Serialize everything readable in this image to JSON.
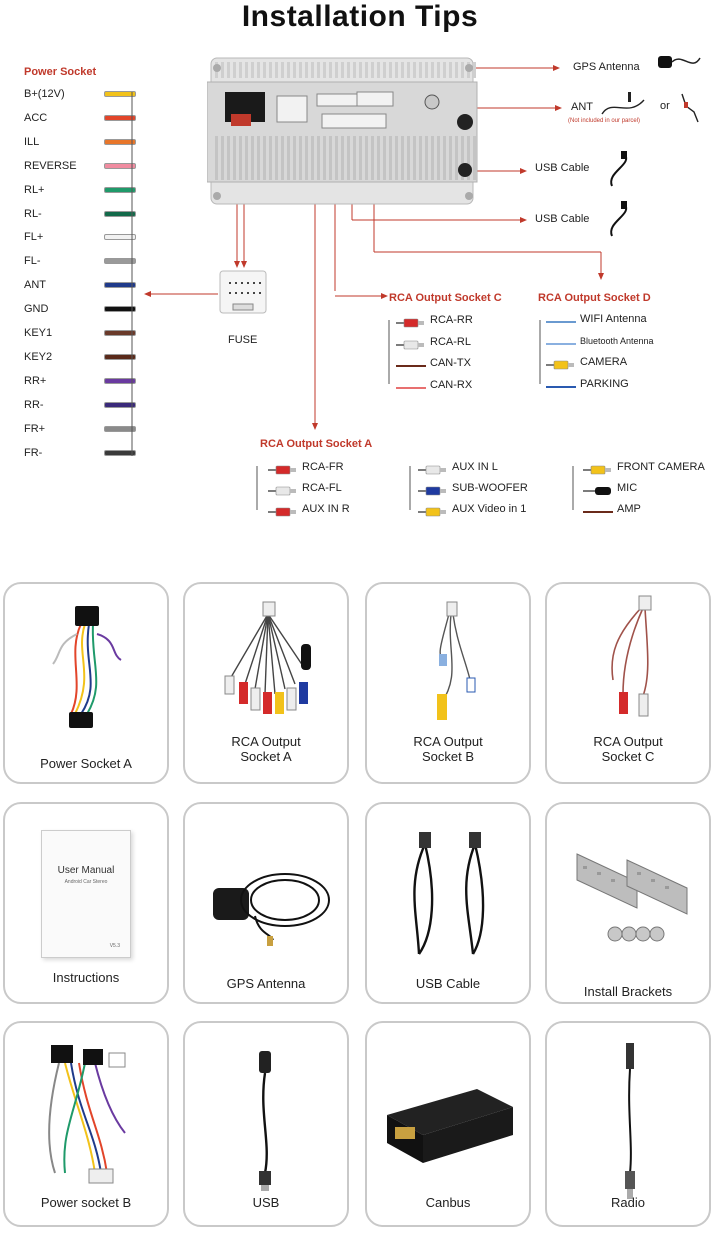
{
  "title": "Installation Tips",
  "power_socket": {
    "title": "Power Socket",
    "wires": [
      {
        "label": "B+(12V)",
        "color": "#f2c21a"
      },
      {
        "label": "ACC",
        "color": "#e2452a"
      },
      {
        "label": "ILL",
        "color": "#e8762a"
      },
      {
        "label": "REVERSE",
        "color": "#f08ca0"
      },
      {
        "label": "RL+",
        "color": "#1f9a6a"
      },
      {
        "label": "RL-",
        "color": "#136a4a"
      },
      {
        "label": "FL+",
        "color": "#f2f2f2"
      },
      {
        "label": "FL-",
        "color": "#9a9a9a"
      },
      {
        "label": "ANT",
        "color": "#1f3a8a"
      },
      {
        "label": "GND",
        "color": "#111111"
      },
      {
        "label": "KEY1",
        "color": "#6a3a2a"
      },
      {
        "label": "KEY2",
        "color": "#5a2a1a"
      },
      {
        "label": "RR+",
        "color": "#6a3aa0"
      },
      {
        "label": "RR-",
        "color": "#3a2a7a"
      },
      {
        "label": "FR+",
        "color": "#8a8a8a"
      },
      {
        "label": "FR-",
        "color": "#3a3a3a"
      }
    ]
  },
  "fuse": "FUSE",
  "right_connections": {
    "gps": "GPS Antenna",
    "ant": "ANT",
    "ant_note": "(Not included in our parcel)",
    "or": "or",
    "usb1": "USB  Cable",
    "usb2": "USB Cable"
  },
  "socket_c": {
    "title": "RCA Output Socket C",
    "items": [
      {
        "label": "RCA-RR",
        "color": "#d42a2a",
        "type": "rca"
      },
      {
        "label": "RCA-RL",
        "color": "#e8e8e8",
        "type": "rca"
      },
      {
        "label": "CAN-TX",
        "color": "#6a2a1a",
        "type": "wire"
      },
      {
        "label": "CAN-RX",
        "color": "#e87070",
        "type": "wire"
      }
    ]
  },
  "socket_d": {
    "title": "RCA Output Socket D",
    "items": [
      {
        "label": "WIFI Antenna",
        "color": "#6a9ad0",
        "type": "wire",
        "small": false
      },
      {
        "label": "Bluetooth Antenna",
        "color": "#8ab0e0",
        "type": "wire",
        "small": true
      },
      {
        "label": "CAMERA",
        "color": "#f2c21a",
        "type": "rca",
        "small": false
      },
      {
        "label": "PARKING",
        "color": "#2a5ab0",
        "type": "wire",
        "small": false
      }
    ]
  },
  "socket_a": {
    "title": "RCA Output Socket A",
    "col1": [
      {
        "label": "RCA-FR",
        "color": "#d42a2a"
      },
      {
        "label": "RCA-FL",
        "color": "#e8e8e8"
      },
      {
        "label": "AUX IN R",
        "color": "#d42a2a"
      }
    ],
    "col2": [
      {
        "label": "AUX IN L",
        "color": "#e8e8e8"
      },
      {
        "label": "SUB-WOOFER",
        "color": "#1f3aa0"
      },
      {
        "label": "AUX Video in 1",
        "color": "#f2c21a"
      }
    ],
    "col3": [
      {
        "label": "FRONT CAMERA",
        "color": "#f2c21a",
        "type": "rca"
      },
      {
        "label": "MIC",
        "color": "#111111",
        "type": "mic"
      },
      {
        "label": "AMP",
        "color": "#6a2a1a",
        "type": "wire"
      }
    ]
  },
  "cards": [
    {
      "label": "Power Socket A",
      "icon": "harness-a-icon"
    },
    {
      "label": "RCA Output\nSocket A",
      "icon": "rca-a-icon"
    },
    {
      "label": "RCA Output\nSocket B",
      "icon": "rca-b-icon"
    },
    {
      "label": "RCA Output\nSocket C",
      "icon": "rca-c-icon"
    },
    {
      "label": "Instructions",
      "icon": "manual-icon",
      "manual_title": "User Manual",
      "manual_sub": "Android Car Stereo",
      "manual_code": "V5.3"
    },
    {
      "label": "GPS Antenna",
      "icon": "gps-antenna-icon"
    },
    {
      "label": "USB Cable",
      "icon": "usb-cables-icon"
    },
    {
      "label": "Install  Brackets",
      "icon": "brackets-icon"
    },
    {
      "label": "Power socket B",
      "icon": "harness-b-icon"
    },
    {
      "label": "USB",
      "icon": "usb-icon"
    },
    {
      "label": "Canbus",
      "icon": "canbus-icon"
    },
    {
      "label": "Radio",
      "icon": "radio-icon"
    }
  ]
}
